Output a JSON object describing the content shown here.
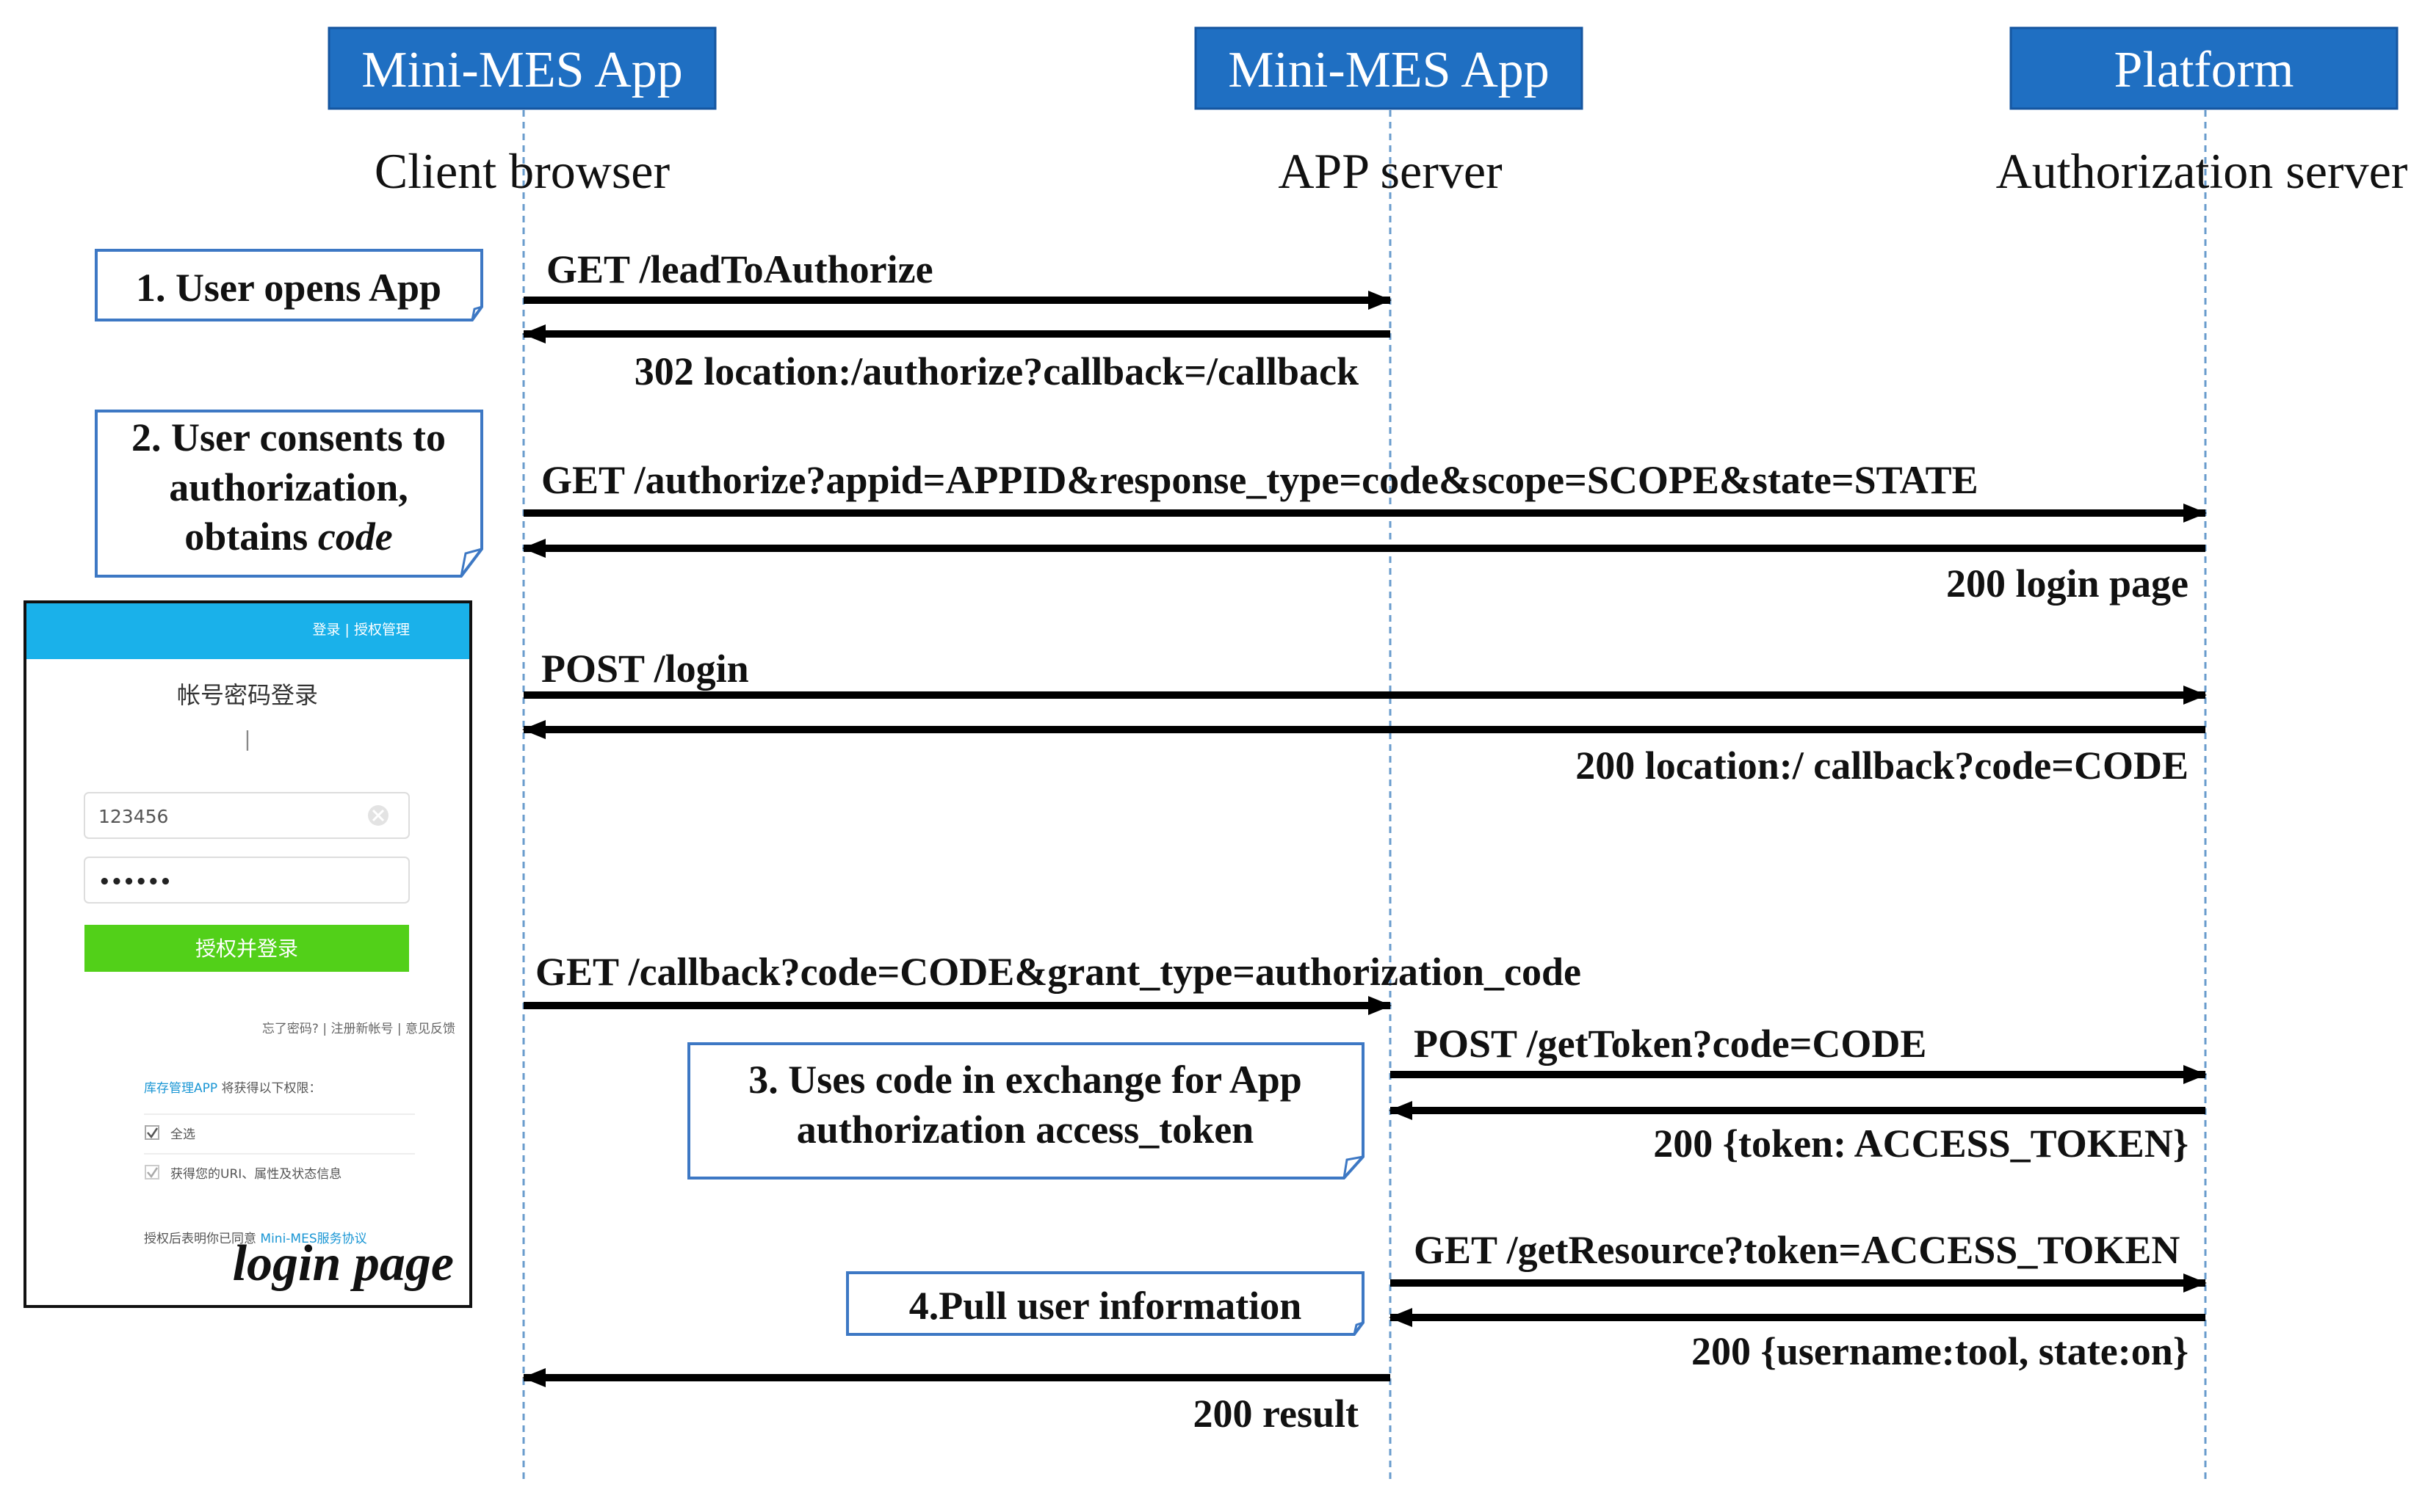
{
  "colors": {
    "header_fill": "#1f6fc2",
    "header_border": "#1556a0",
    "note_border": "#3d78c4",
    "arrow": "#000000",
    "lifeline": "#6a9ccd",
    "login_bar": "#1ab1ea",
    "login_button": "#52d019",
    "login_link": "#1a96d4"
  },
  "participants": [
    {
      "label": "Mini-MES App",
      "role": "Client browser"
    },
    {
      "label": "Mini-MES App",
      "role": "APP server"
    },
    {
      "label": "Platform",
      "role": "Authorization server"
    }
  ],
  "notes": [
    {
      "lines": [
        "1. User opens App"
      ]
    },
    {
      "line1": "2. User consents to",
      "line2": "authorization,",
      "line3_prefix": "obtains ",
      "line3_em": "code"
    },
    {
      "lines": [
        "3. Uses code in exchange for App",
        "authorization  access_token"
      ]
    },
    {
      "lines": [
        "4.Pull user information"
      ]
    }
  ],
  "messages": [
    {
      "label": "GET  /leadToAuthorize"
    },
    {
      "label": "302 location:/authorize?callback=/callback"
    },
    {
      "label": "GET  /authorize?appid=APPID&response_type=code&scope=SCOPE&state=STATE"
    },
    {
      "label": "200 login page"
    },
    {
      "label": "POST /login"
    },
    {
      "label": "200 location:/  callback?code=CODE"
    },
    {
      "label": "GET  /callback?code=CODE&grant_type=authorization_code"
    },
    {
      "label": "POST /getToken?code=CODE"
    },
    {
      "label": "200 {token: ACCESS_TOKEN}"
    },
    {
      "label": "GET  /getResource?token=ACCESS_TOKEN"
    },
    {
      "label": "200 {username:tool,  state:on}"
    },
    {
      "label": "200 result"
    }
  ],
  "login_page": {
    "header_links": "登录 | 授权管理",
    "title": "帐号密码登录",
    "cursor": "|",
    "username_value": "123456",
    "password_value": "••••••",
    "submit_label": "授权并登录",
    "footer_links": "忘了密码?   |  注册新帐号  |  意见反馈",
    "permission_intro_link": "库存管理APP",
    "permission_intro_text": " 将获得以下权限：",
    "perm_all": "全选",
    "perm_info": "获得您的URI、属性及状态信息",
    "agreement_text": "授权后表明你已同意 ",
    "agreement_link": "Mini-MES服务协议",
    "caption": "login page"
  }
}
